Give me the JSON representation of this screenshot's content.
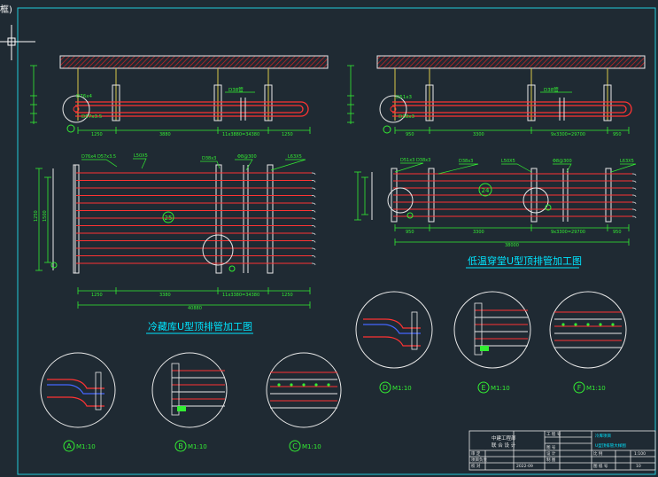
{
  "viewport": {
    "frame_label": "框)"
  },
  "drawing": {
    "left_section": {
      "title": "冷藏库U型顶排管加工图",
      "circle_number": "25",
      "plan_top_labels": [
        "D76x4",
        "D57x3.5"
      ],
      "plan_mid_label": "D38管",
      "dims_upper": [
        "1250",
        "3880",
        "11x3880=34380",
        "1250"
      ],
      "dims_lower": [
        "1250",
        "3380",
        "11x3380=34380",
        "1250"
      ],
      "total": "40880",
      "side_dims": [
        "1250",
        "1500"
      ],
      "callouts": [
        "D76x4 D57x3.5",
        "L50X5",
        "D38x3",
        "Φ8@300",
        "L63X5"
      ]
    },
    "right_section": {
      "title": "低温穿堂U型顶排管加工图",
      "circle_number": "24",
      "plan_top_labels": [
        "D51x3",
        "D38x3"
      ],
      "plan_mid_label": "D38管",
      "dims_upper": [
        "950",
        "3300",
        "9x3300=29700",
        "950"
      ],
      "dims_lower": [
        "950",
        "3300",
        "9x3300=29700",
        "950"
      ],
      "total": "38000",
      "callouts": [
        "D51x3 D38x3",
        "D38x3",
        "L50X5",
        "Φ8@300",
        "L63X5"
      ]
    },
    "details": [
      {
        "letter": "A",
        "scale": "M1:10"
      },
      {
        "letter": "B",
        "scale": "M1:10"
      },
      {
        "letter": "C",
        "scale": "M1:10"
      },
      {
        "letter": "D",
        "scale": "M1:10"
      },
      {
        "letter": "E",
        "scale": "M1:10"
      },
      {
        "letter": "F",
        "scale": "M1:10"
      }
    ],
    "title_block": {
      "company_lines": [
        "中建工程部",
        "联 合 设 计"
      ],
      "project": "冷库项目",
      "drawing_name": "U型顶排管大样图",
      "row_labels": [
        "审 定",
        "项目负责",
        "校 对"
      ],
      "date": "2022-09",
      "cells": [
        "工 程 号",
        "图 号",
        "设 计",
        "制 图",
        "比 例",
        "图 纸 号"
      ],
      "scale_value": "1:100",
      "sheet_no": "10"
    }
  },
  "colors": {
    "background": "#1f2a33",
    "pipe_red": "#ff3333",
    "hatch_red": "#cc2222",
    "dim_green": "#33ee33",
    "outline_white": "#e8e8e8",
    "title_cyan": "#00e5ff",
    "support_yellow": "#d8c84a",
    "frame_cyan": "#22c9d8"
  }
}
